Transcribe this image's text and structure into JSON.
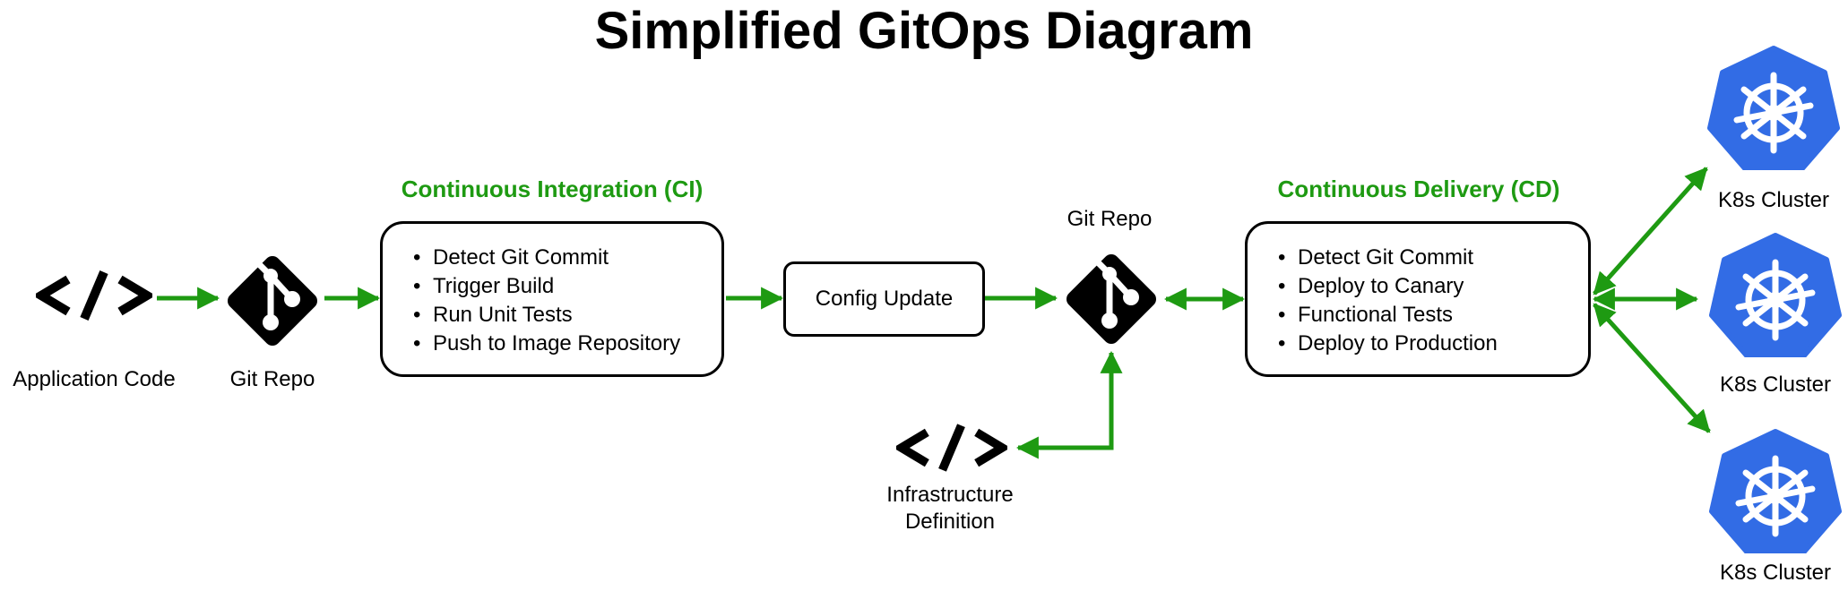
{
  "title": "Simplified GitOps Diagram",
  "nodes": {
    "app_code": {
      "label": "Application Code",
      "icon": "code-icon"
    },
    "git_repo_1": {
      "label": "Git Repo",
      "icon": "git-icon"
    },
    "ci": {
      "title": "Continuous Integration (CI)",
      "items": [
        "Detect Git Commit",
        "Trigger Build",
        "Run Unit Tests",
        "Push to Image Repository"
      ]
    },
    "config_update": {
      "label": "Config Update"
    },
    "git_repo_2": {
      "label": "Git Repo",
      "icon": "git-icon"
    },
    "infra": {
      "label_line1": "Infrastructure",
      "label_line2": "Definition",
      "icon": "code-icon"
    },
    "cd": {
      "title": "Continuous Delivery (CD)",
      "items": [
        "Detect Git Commit",
        "Deploy to Canary",
        "Functional Tests",
        "Deploy to Production"
      ]
    },
    "clusters": [
      {
        "label": "K8s Cluster",
        "icon": "kubernetes-icon"
      },
      {
        "label": "K8s Cluster",
        "icon": "kubernetes-icon"
      },
      {
        "label": "K8s Cluster",
        "icon": "kubernetes-icon"
      }
    ]
  },
  "colors": {
    "arrow": "#1e9a12",
    "stage_title": "#1e9a12",
    "k8s_blue": "#326ce5"
  }
}
